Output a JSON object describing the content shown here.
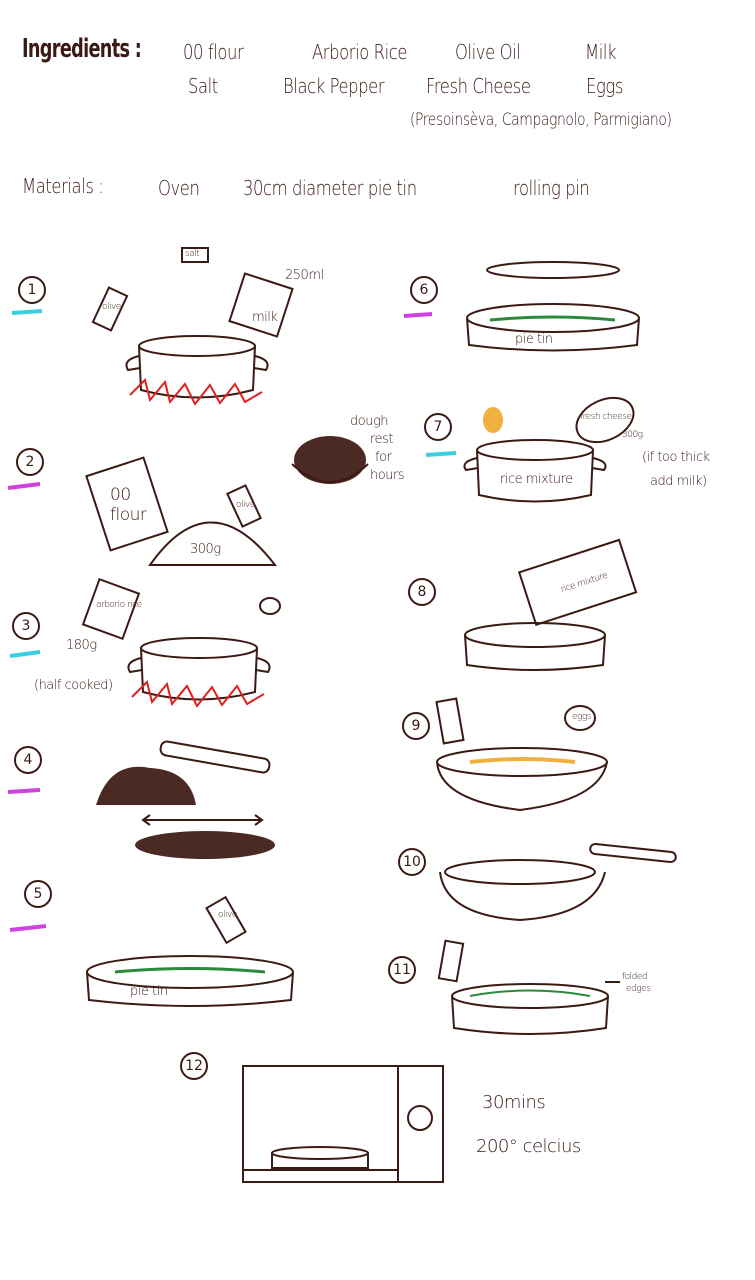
{
  "ingredients": {
    "label": "Ingredients :",
    "items": [
      "00 flour",
      "Arborio Rice",
      "Olive Oil",
      "Milk",
      "Salt",
      "Black Pepper",
      "Fresh Cheese",
      "Eggs"
    ],
    "cheese_note": "(Presoinsèva, Campagnolo, Parmigiano)"
  },
  "materials": {
    "label": "Materials :",
    "items": [
      "Oven",
      "30cm diameter pie tin",
      "rolling pin"
    ]
  },
  "steps": [
    "1",
    "2",
    "3",
    "4",
    "5",
    "6",
    "7",
    "8",
    "9",
    "10",
    "11",
    "12"
  ],
  "labels": {
    "salt": "salt",
    "ml": "250ml",
    "milk": "milk",
    "olive": "olive",
    "flour": "00 flour",
    "g300": "300g",
    "dough": "dough",
    "rest": "rest",
    "for": "for",
    "hours": "hours",
    "arborio": "arborio rice",
    "g180": "180g",
    "half": "(half cooked)",
    "pie_tin": "pie tin",
    "rice_mixture": "rice mixture",
    "fresh_cheese": "fresh cheese",
    "g300b": "300g",
    "thick1": "(if too thick",
    "thick2": "add milk)",
    "eggs": "eggs",
    "folded1": "folded",
    "folded2": "edges",
    "mins": "30mins",
    "temp": "200° celcius"
  },
  "colors": {
    "ink": "#3b1a14",
    "cyan": "#38d0e0",
    "magenta": "#d040e0",
    "fire": "#e02020",
    "dough": "#4a2a22",
    "green": "#2a8a3a",
    "yolk": "#f0b040"
  }
}
